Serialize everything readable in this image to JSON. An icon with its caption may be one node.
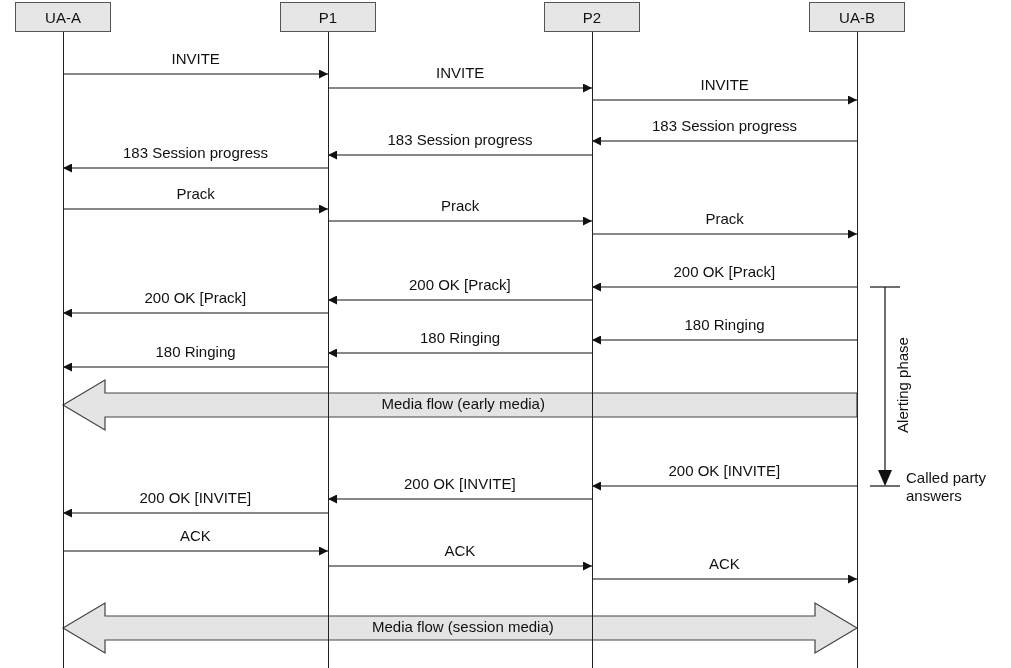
{
  "diagram": {
    "nodes": [
      {
        "text": [
          "UA-A"
        ]
      },
      {
        "text": [
          "P1"
        ]
      },
      {
        "text": [
          "P2"
        ]
      },
      {
        "text": [
          "UA-B"
        ]
      }
    ],
    "edges": [
      {
        "from": 0,
        "to": 1,
        "arrow": "to",
        "label": "INVITE"
      },
      {
        "from": 1,
        "to": 2,
        "arrow": "to",
        "label": "INVITE"
      },
      {
        "from": 2,
        "to": 3,
        "arrow": "to",
        "label": "INVITE"
      },
      {
        "from": 3,
        "to": 2,
        "arrow": "to",
        "label": "183 Session progress"
      },
      {
        "from": 2,
        "to": 1,
        "arrow": "to",
        "label": "183 Session progress"
      },
      {
        "from": 1,
        "to": 0,
        "arrow": "to",
        "label": "183 Session progress"
      },
      {
        "from": 0,
        "to": 1,
        "arrow": "to",
        "label": "Prack"
      },
      {
        "from": 1,
        "to": 2,
        "arrow": "to",
        "label": "Prack"
      },
      {
        "from": 2,
        "to": 3,
        "arrow": "to",
        "label": "Prack"
      },
      {
        "from": 3,
        "to": 2,
        "arrow": "to",
        "label": "200 OK [Prack]"
      },
      {
        "from": 2,
        "to": 1,
        "arrow": "to",
        "label": "200 OK [Prack]"
      },
      {
        "from": 1,
        "to": 0,
        "arrow": "to",
        "label": "200 OK [Prack]"
      },
      {
        "from": 3,
        "to": 2,
        "arrow": "to",
        "label": "180 Ringing"
      },
      {
        "from": 2,
        "to": 1,
        "arrow": "to",
        "label": "180 Ringing"
      },
      {
        "from": 1,
        "to": 0,
        "arrow": "to",
        "label": "180 Ringing"
      },
      {
        "from": 3,
        "to": 0,
        "arrow": "to",
        "label": "Media flow (early media)",
        "style": "thick"
      },
      {
        "from": 3,
        "to": 2,
        "arrow": "to",
        "label": "200 OK [INVITE]"
      },
      {
        "from": 2,
        "to": 1,
        "arrow": "to",
        "label": "200 OK [INVITE]"
      },
      {
        "from": 1,
        "to": 0,
        "arrow": "to",
        "label": "200 OK [INVITE]"
      },
      {
        "from": 0,
        "to": 1,
        "arrow": "to",
        "label": "ACK"
      },
      {
        "from": 1,
        "to": 2,
        "arrow": "to",
        "label": "ACK"
      },
      {
        "from": 2,
        "to": 3,
        "arrow": "to",
        "label": "ACK"
      },
      {
        "from": 0,
        "to": 3,
        "arrow": "both",
        "label": "Media flow (session media)",
        "style": "thick"
      }
    ],
    "labels": [
      "Alerting phase",
      "Called party answers"
    ]
  }
}
